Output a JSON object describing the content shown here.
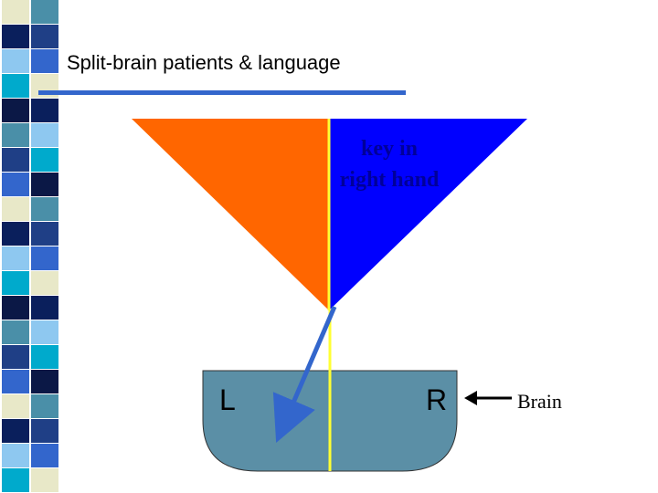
{
  "slide": {
    "title": "Split-brain patients & language"
  },
  "diagram": {
    "stimulus_text": "key in right hand",
    "left_hemisphere_label": "L",
    "right_hemisphere_label": "R",
    "brain_label": "Brain"
  },
  "colors": {
    "left_field": "#ff6600",
    "right_field": "#0000ff",
    "brain": "#5b8fa6",
    "midline": "#ffff33",
    "signal_arrow": "#3366cc",
    "title_rule": "#3366cc",
    "stimulus_text": "#000099"
  },
  "stripe_palette": [
    "#4a8fa8",
    "#1f3f86",
    "#3366cc",
    "#e8e8c8",
    "#0a1f5c",
    "#8ec8f0",
    "#00aacc",
    "#0b1846"
  ]
}
